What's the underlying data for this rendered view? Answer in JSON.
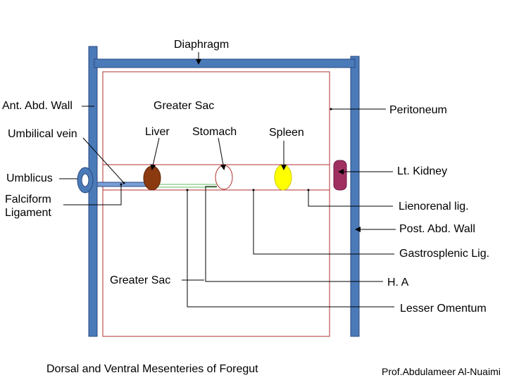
{
  "labels": {
    "diaphragm": "Diaphragm",
    "ant_abd_wall": "Ant. Abd. Wall",
    "greater_sac_top": "Greater Sac",
    "peritoneum": "Peritoneum",
    "umbilical_vein": "Umbilical vein",
    "liver": "Liver",
    "stomach": "Stomach",
    "spleen": "Spleen",
    "lt_kidney": "Lt. Kidney",
    "umblicus": "Umblicus",
    "falciform_line1": "Falciform",
    "falciform_line2": "Ligament",
    "lienorenal_lig": "Lienorenal lig.",
    "post_abd_wall": "Post. Abd. Wall",
    "gastrosplenic_lig": "Gastrosplenic Lig.",
    "greater_sac_bottom": "Greater Sac",
    "h_a": "H. A",
    "lesser_omentum": "Lesser Omentum"
  },
  "footer": {
    "title": "Dorsal and Ventral Mesenteries of Foregut",
    "author": "Prof.Abdulameer Al-Nuaimi"
  },
  "colors": {
    "wall_blue": "#4a7ab8",
    "peritoneum_red": "#b03030",
    "liver": "#8b3a10",
    "spleen": "#ffff00",
    "kidney": "#a03060",
    "umbilicus_blue": "#4a7ab8"
  }
}
